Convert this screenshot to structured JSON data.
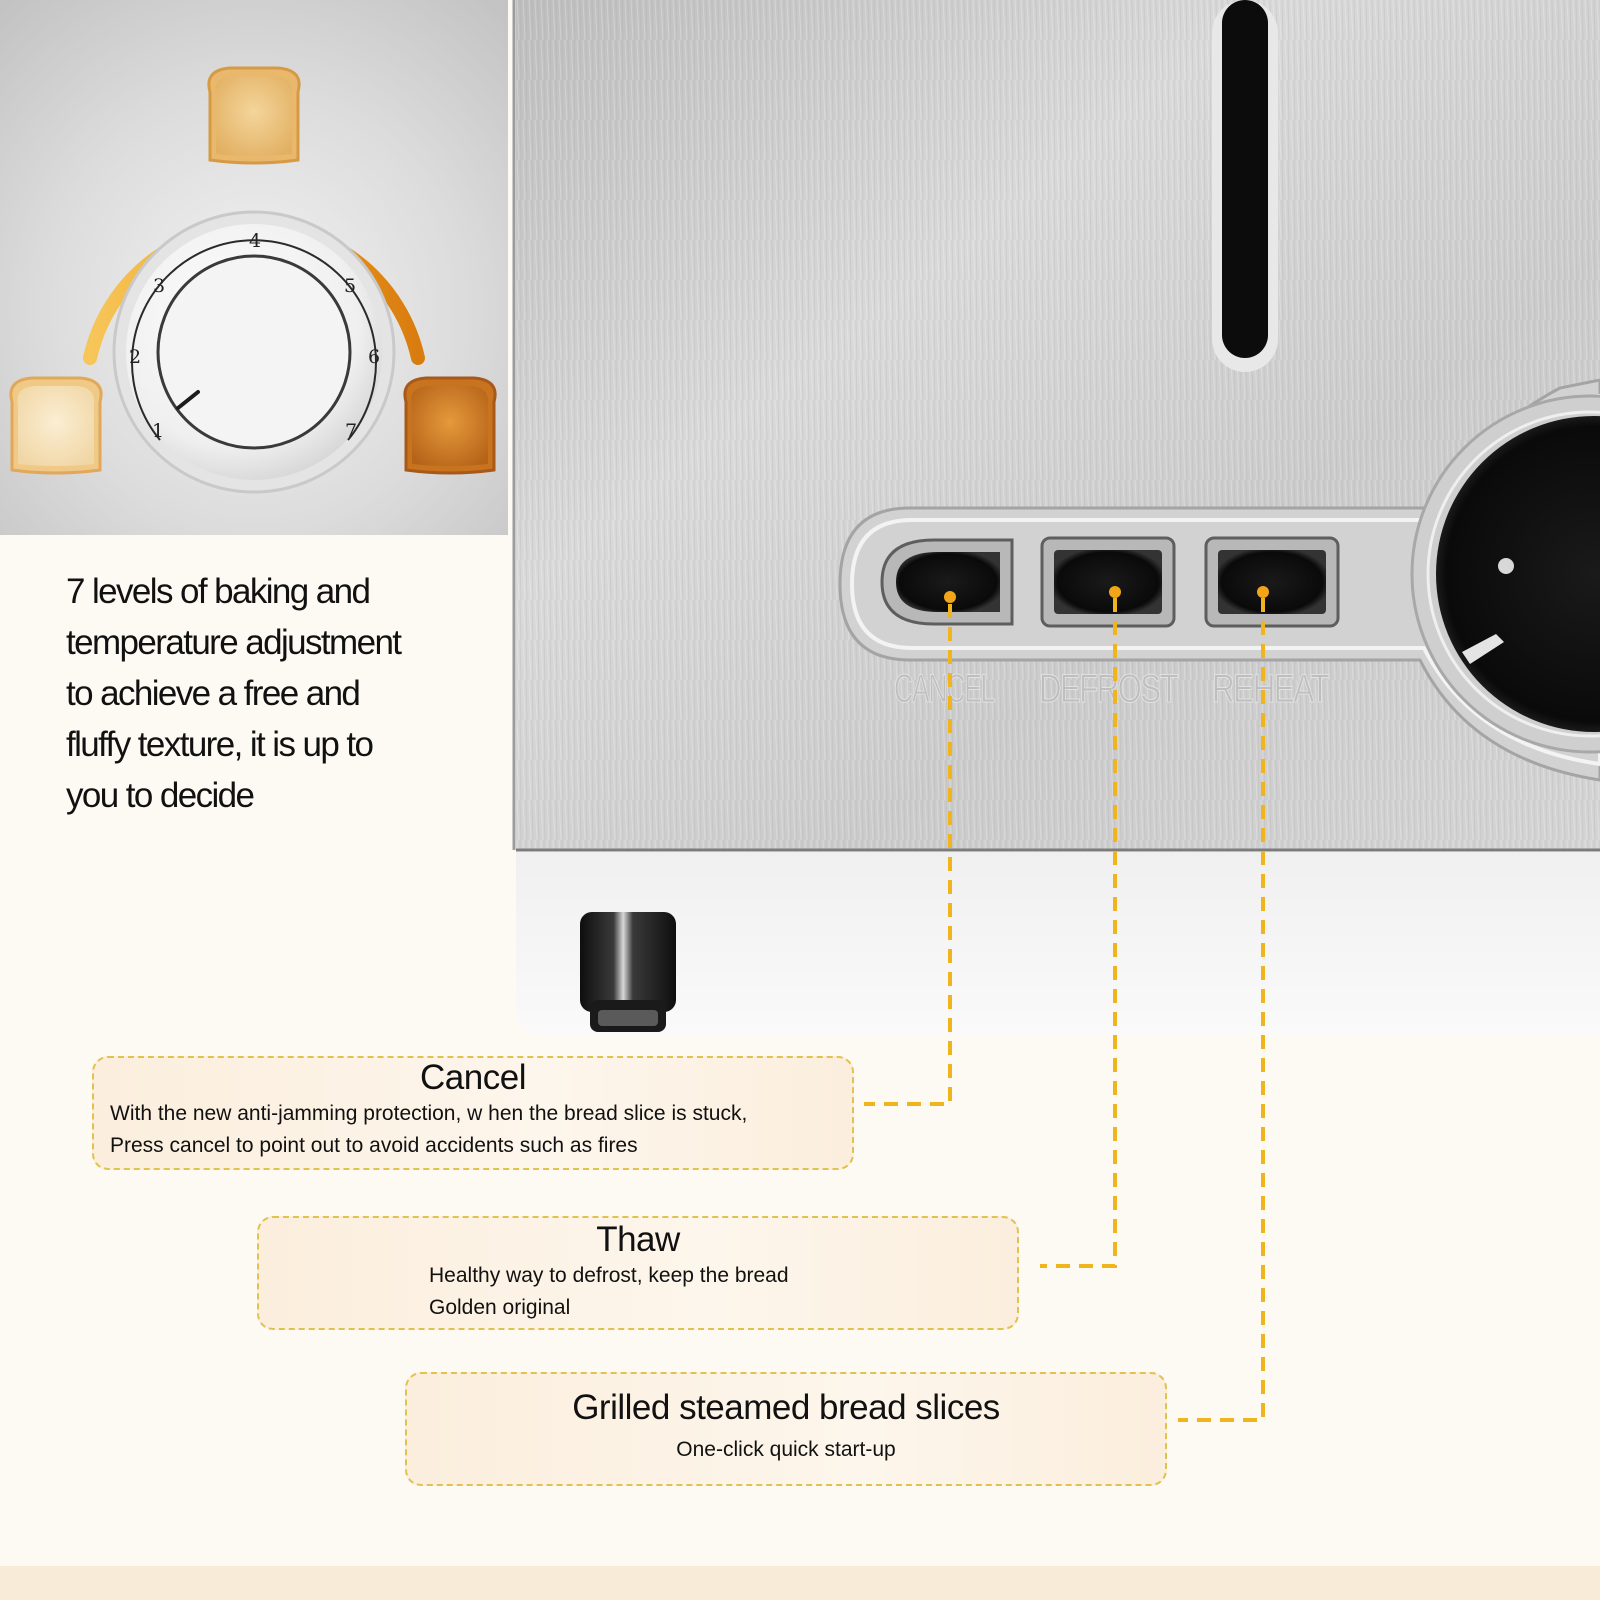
{
  "dial": {
    "levels": [
      "1",
      "2",
      "3",
      "4",
      "5",
      "6",
      "7"
    ],
    "caption_lines": [
      "7 levels of baking and",
      "temperature adjustment",
      "to achieve a free and",
      "fluffy texture, it is up to",
      "you to decide"
    ]
  },
  "toaster": {
    "buttons": [
      {
        "id": "cancel",
        "label": "CANCEL"
      },
      {
        "id": "defrost",
        "label": "DEFROST"
      },
      {
        "id": "reheat",
        "label": "REHEAT"
      }
    ]
  },
  "callouts": {
    "cancel": {
      "title": "Cancel",
      "lines": [
        "With the new  anti-jamming protection, w hen the bread slice is stuck,",
        "Press cancel to point out to avoid accidents such as fires"
      ]
    },
    "thaw": {
      "title": "Thaw",
      "lines": [
        "Healthy way to defrost, keep the bread",
        "Golden original"
      ]
    },
    "grill": {
      "title": "Grilled steamed bread slices",
      "subtitle": "One-click quick start-up"
    }
  },
  "colors": {
    "accent_orange": "#f3a51a",
    "leader_line": "#f0b41c",
    "callout_border": "#e2c24e",
    "steel": "#cfcfcf",
    "button_black": "#161616"
  }
}
